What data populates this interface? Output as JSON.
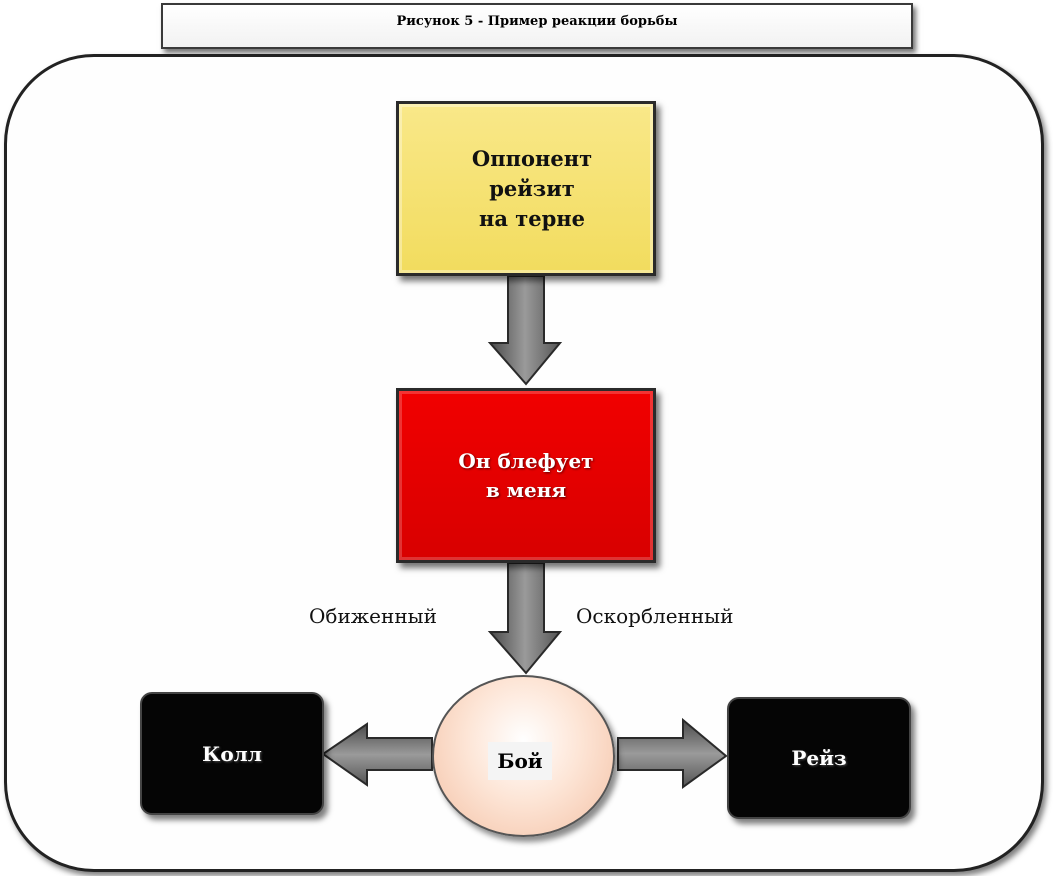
{
  "caption": "Рисунок 5 - Пример реакции борьбы",
  "nodes": {
    "trigger": "Оппонент\nрейзит\nна терне",
    "thought": "Он блефует\nв меня",
    "fight": "Бой",
    "call": "Колл",
    "raise": "Рейз"
  },
  "labels": {
    "left": "Обиженный",
    "right": "Оскорбленный"
  },
  "colors": {
    "trigger": "#f5e06f",
    "thought": "#e60000",
    "action": "#050505",
    "fight": "#fde5d6",
    "arrow": "#7a7a7a"
  }
}
